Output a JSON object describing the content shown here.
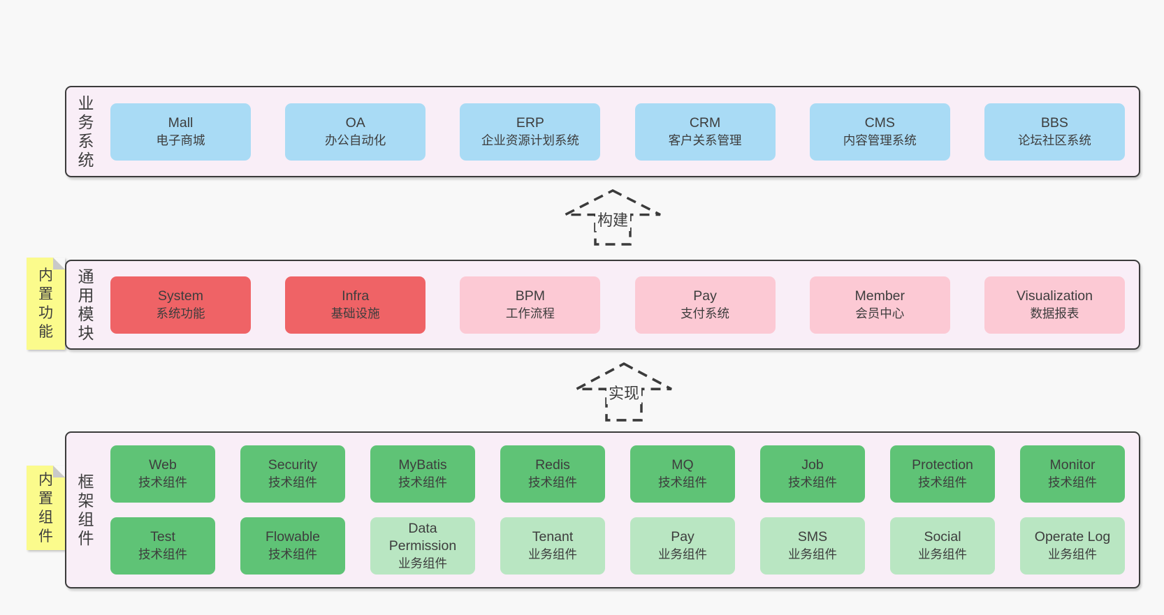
{
  "colors": {
    "page_bg": "#f8f8f8",
    "panel_bg": "#f9eef7",
    "panel_border": "#3b3b3b",
    "blue_box": "#a9dbf5",
    "red_box": "#ef6366",
    "pink_box": "#fcc9d4",
    "green_dark_box": "#5fc376",
    "green_light_box": "#b9e6c2",
    "sticky_yellow": "#fbfb8c",
    "fold_gray": "#c9c9c9",
    "text": "#3d3d3d"
  },
  "stickies": [
    {
      "label": "内置功能"
    },
    {
      "label": "内置组件"
    }
  ],
  "arrows": [
    {
      "label": "构建"
    },
    {
      "label": "实现"
    }
  ],
  "panels": [
    {
      "label": "业务系统",
      "boxes": [
        {
          "name": "Mall",
          "desc": "电子商城",
          "variant": "blue"
        },
        {
          "name": "OA",
          "desc": "办公自动化",
          "variant": "blue"
        },
        {
          "name": "ERP",
          "desc": "企业资源计划系统",
          "variant": "blue"
        },
        {
          "name": "CRM",
          "desc": "客户关系管理",
          "variant": "blue"
        },
        {
          "name": "CMS",
          "desc": "内容管理系统",
          "variant": "blue"
        },
        {
          "name": "BBS",
          "desc": "论坛社区系统",
          "variant": "blue"
        }
      ]
    },
    {
      "label": "通用模块",
      "boxes": [
        {
          "name": "System",
          "desc": "系统功能",
          "variant": "red"
        },
        {
          "name": "Infra",
          "desc": "基础设施",
          "variant": "red"
        },
        {
          "name": "BPM",
          "desc": "工作流程",
          "variant": "pink"
        },
        {
          "name": "Pay",
          "desc": "支付系统",
          "variant": "pink"
        },
        {
          "name": "Member",
          "desc": "会员中心",
          "variant": "pink"
        },
        {
          "name": "Visualization",
          "desc": "数据报表",
          "variant": "pink"
        }
      ]
    },
    {
      "label": "框架组件",
      "rows": [
        [
          {
            "name": "Web",
            "desc": "技术组件",
            "variant": "green-dark"
          },
          {
            "name": "Security",
            "desc": "技术组件",
            "variant": "green-dark"
          },
          {
            "name": "MyBatis",
            "desc": "技术组件",
            "variant": "green-dark"
          },
          {
            "name": "Redis",
            "desc": "技术组件",
            "variant": "green-dark"
          },
          {
            "name": "MQ",
            "desc": "技术组件",
            "variant": "green-dark"
          },
          {
            "name": "Job",
            "desc": "技术组件",
            "variant": "green-dark"
          },
          {
            "name": "Protection",
            "desc": "技术组件",
            "variant": "green-dark"
          },
          {
            "name": "Monitor",
            "desc": "技术组件",
            "variant": "green-dark"
          }
        ],
        [
          {
            "name": "Test",
            "desc": "技术组件",
            "variant": "green-dark"
          },
          {
            "name": "Flowable",
            "desc": "技术组件",
            "variant": "green-dark"
          },
          {
            "name": "Data Permission",
            "desc": "业务组件",
            "variant": "green-light"
          },
          {
            "name": "Tenant",
            "desc": "业务组件",
            "variant": "green-light"
          },
          {
            "name": "Pay",
            "desc": "业务组件",
            "variant": "green-light"
          },
          {
            "name": "SMS",
            "desc": "业务组件",
            "variant": "green-light"
          },
          {
            "name": "Social",
            "desc": "业务组件",
            "variant": "green-light"
          },
          {
            "name": "Operate Log",
            "desc": "业务组件",
            "variant": "green-light"
          }
        ]
      ]
    }
  ]
}
